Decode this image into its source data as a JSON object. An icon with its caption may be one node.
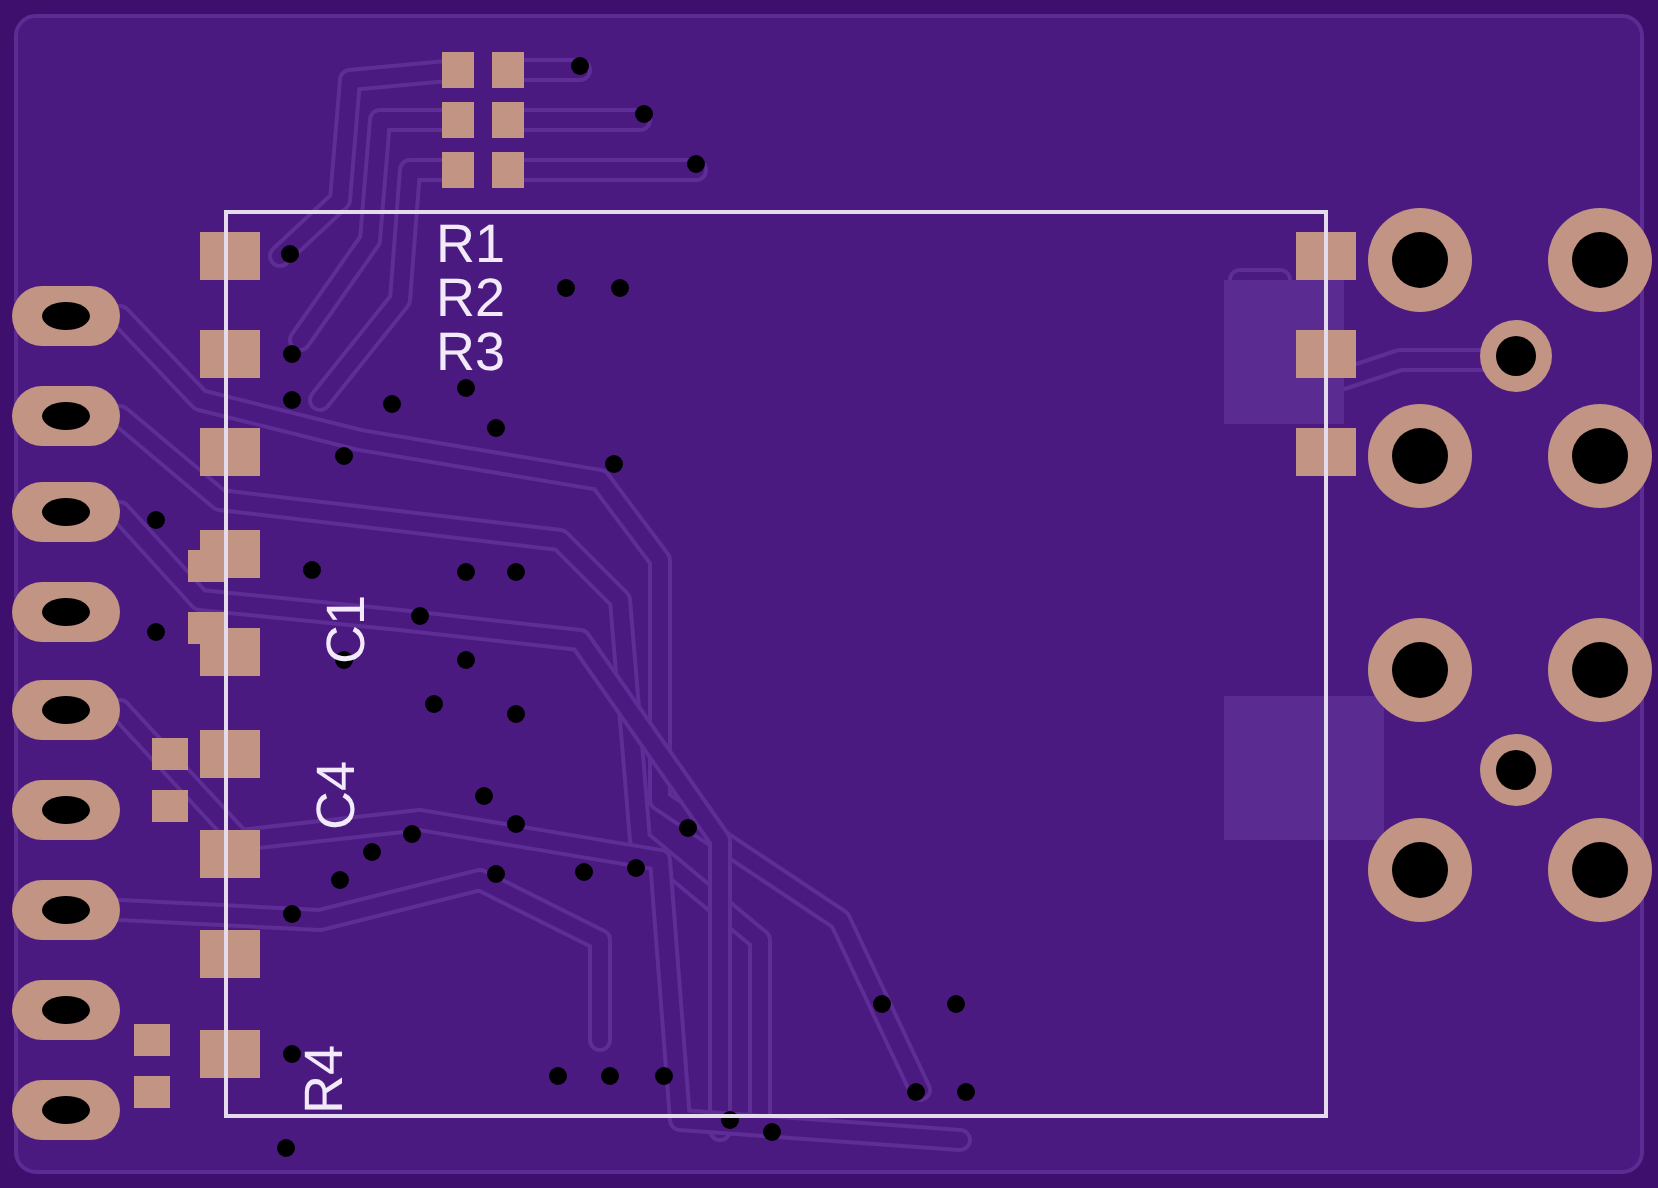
{
  "diagram": {
    "labels": [
      "R1",
      "R2",
      "R3",
      "C1",
      "C4",
      "R4"
    ]
  }
}
